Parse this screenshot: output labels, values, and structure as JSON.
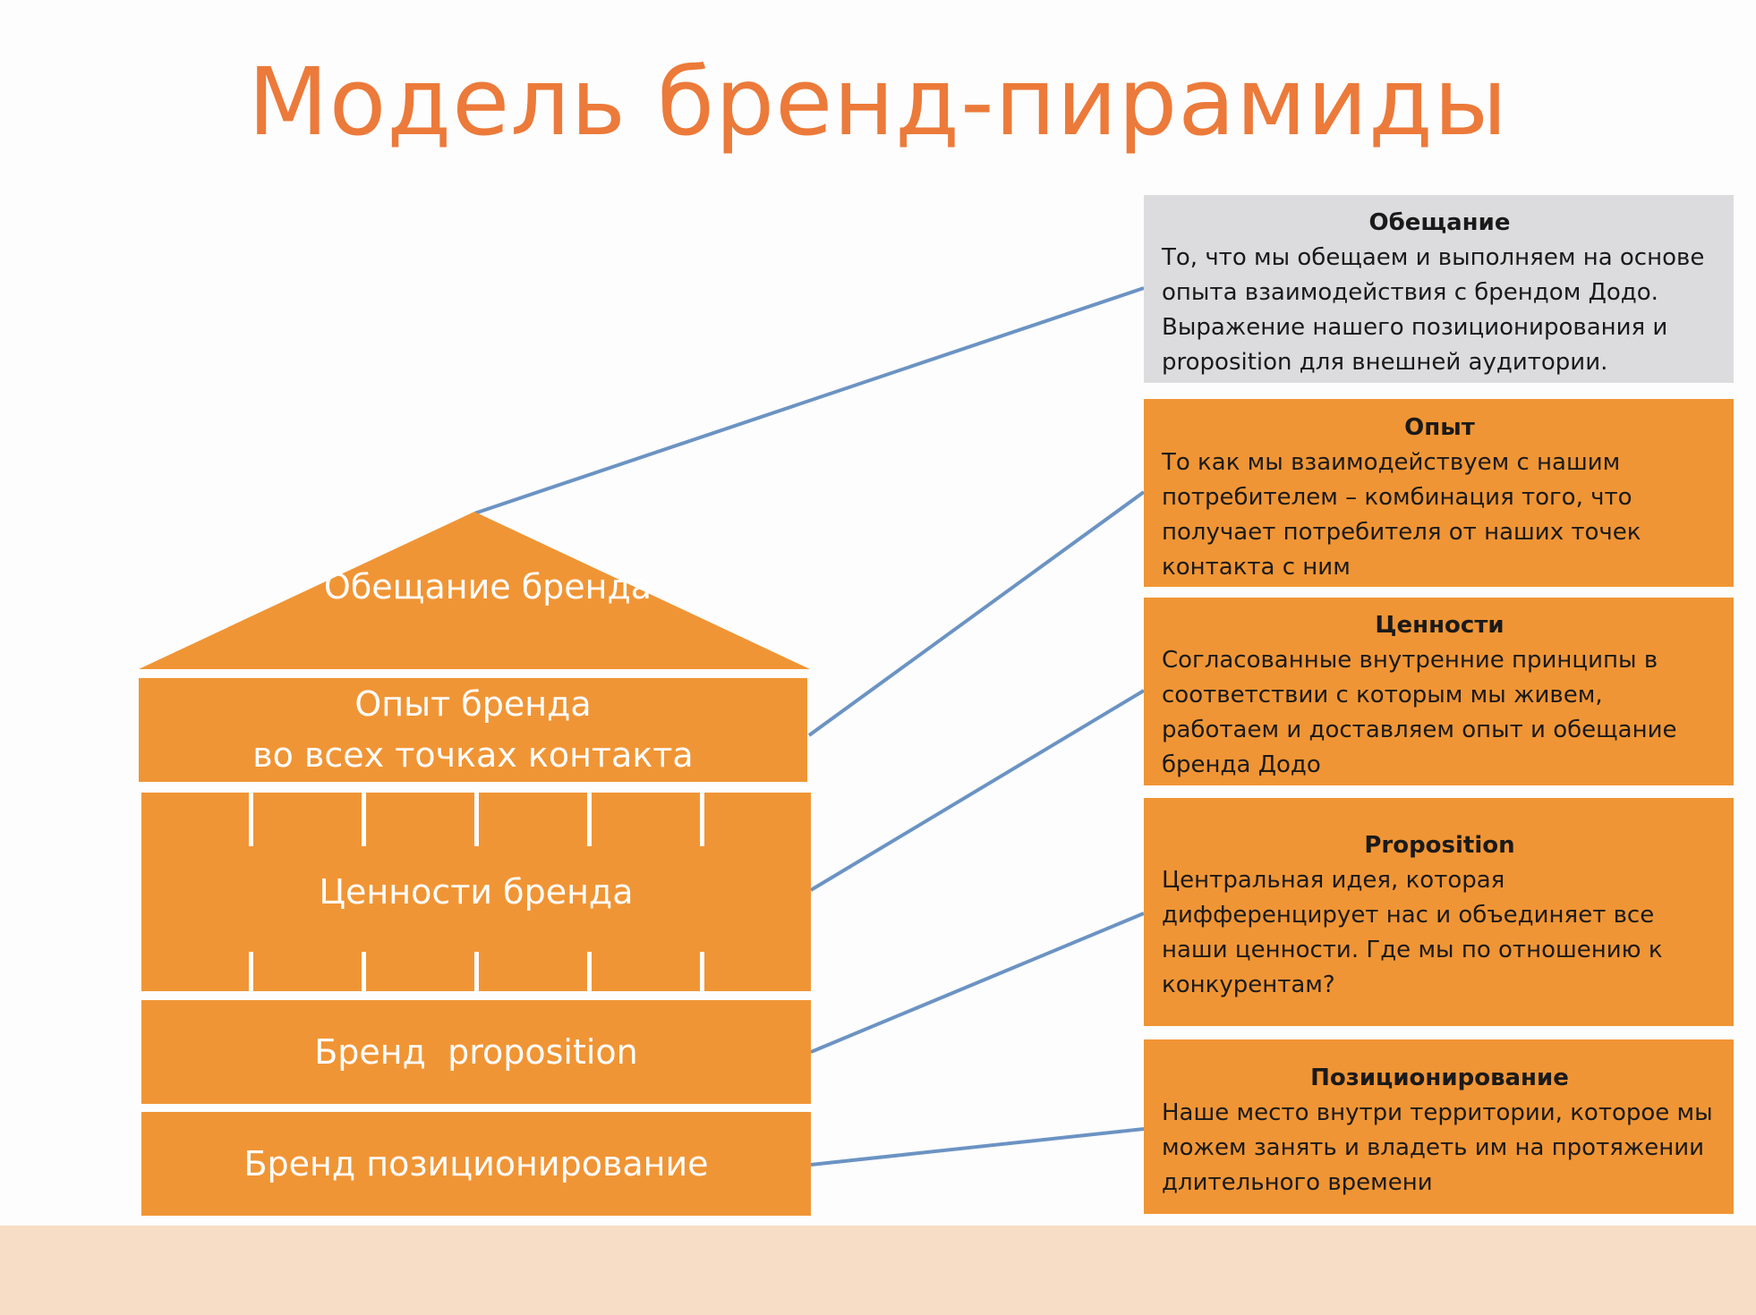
{
  "title": "Модель бренд-пирамиды",
  "pyramid": {
    "roof": "Обещание бренда",
    "experience_line1": "Опыт бренда",
    "experience_line2": "во всех точках контакта",
    "values": "Ценности бренда",
    "proposition": "Бренд  proposition",
    "positioning": "Бренд позиционирование"
  },
  "descriptions": [
    {
      "heading": "Обещание",
      "text": "То, что мы обещаем и выполняем на основе опыта взаимодействия с брендом Додо. Выражение нашего позиционирования и proposition для внешней аудитории."
    },
    {
      "heading": "Опыт",
      "text": "То как мы взаимодействуем с нашим потребителем – комбинация того, что получает потребителя от наших точек контакта с ним"
    },
    {
      "heading": "Ценности",
      "text": "Согласованные внутренние принципы в соответствии с которым мы живем, работаем и доставляем опыт и обещание бренда Додо"
    },
    {
      "heading": "Proposition",
      "text": "Центральная идея, которая дифференцирует нас и объединяет все наши ценности. Где мы по отношению к конкурентам?"
    },
    {
      "heading": "Позиционирование",
      "text": "Наше место внутри территории, которое мы можем занять и владеть им на протяжении длительного времени"
    }
  ],
  "colors": {
    "title": "#ec7a3a",
    "block": "#f09535",
    "grey_box": "#dcdcde",
    "connector": "#6b93c3",
    "footer_band": "#f7ddc6"
  }
}
